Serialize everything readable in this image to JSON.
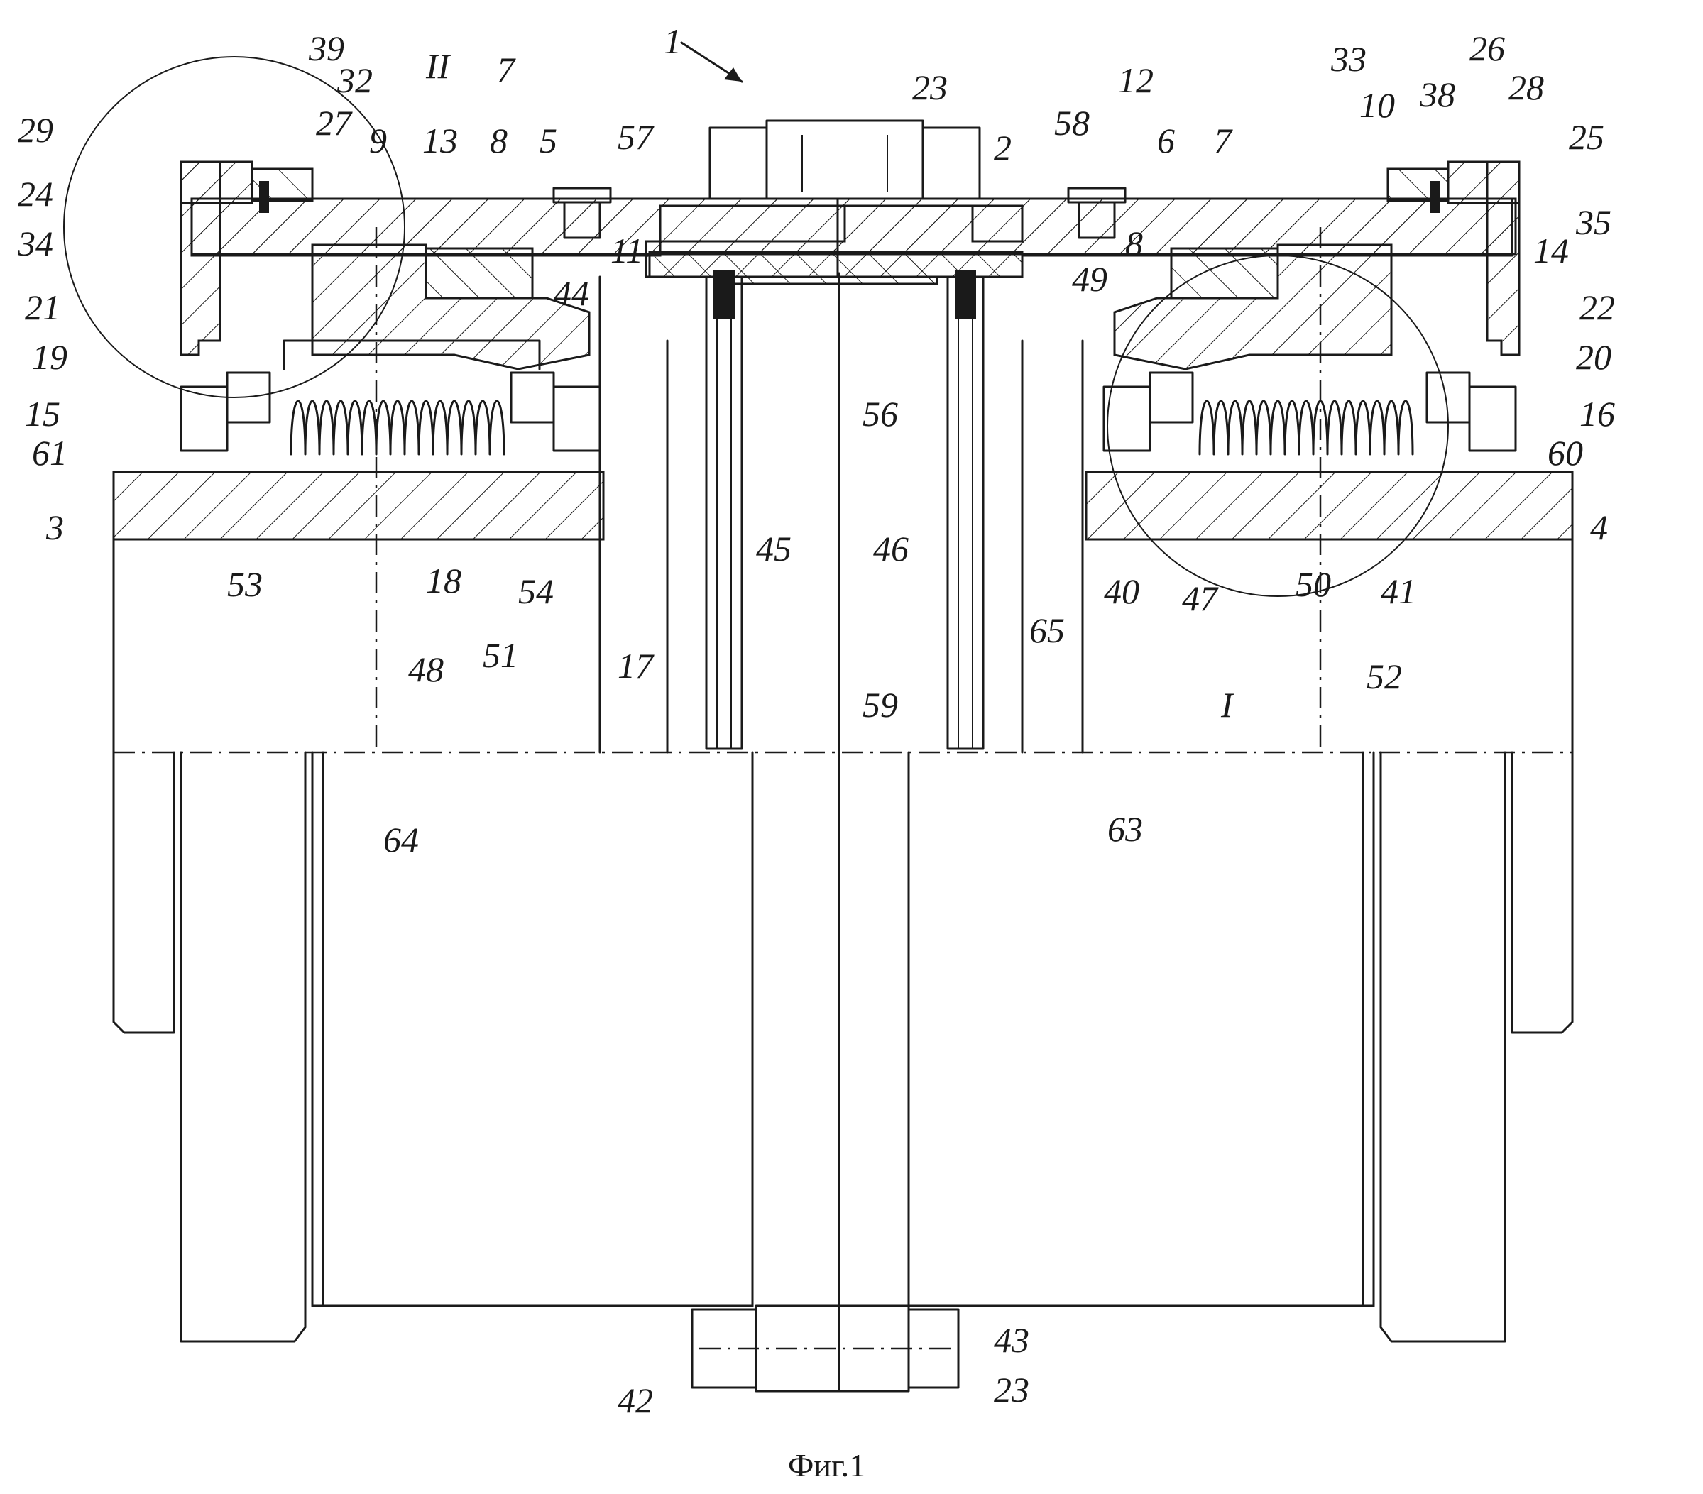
{
  "figure": {
    "caption": "Фиг.1"
  },
  "labels": {
    "l1": "1",
    "l2": "2",
    "l3": "3",
    "l4": "4",
    "l5": "5",
    "l6": "6",
    "l7a": "7",
    "l7b": "7",
    "l8a": "8",
    "l8b": "8",
    "l9": "9",
    "l10": "10",
    "l11": "11",
    "l12": "12",
    "l13": "13",
    "l14": "14",
    "l15": "15",
    "l16": "16",
    "l17": "17",
    "l18": "18",
    "l19": "19",
    "l20": "20",
    "l21": "21",
    "l22": "22",
    "l23a": "23",
    "l23b": "23",
    "l24": "24",
    "l25": "25",
    "l26": "26",
    "l27": "27",
    "l28": "28",
    "l29": "29",
    "l32": "32",
    "l33": "33",
    "l34": "34",
    "l35": "35",
    "l38": "38",
    "l39": "39",
    "l40": "40",
    "l41": "41",
    "l42": "42",
    "l43": "43",
    "l44": "44",
    "l45": "45",
    "l46": "46",
    "l47": "47",
    "l48": "48",
    "l49": "49",
    "l50": "50",
    "l51": "51",
    "l52": "52",
    "l53": "53",
    "l54": "54",
    "l56": "56",
    "l57": "57",
    "l58": "58",
    "l59": "59",
    "l60": "60",
    "l61": "61",
    "l63": "63",
    "l64": "64",
    "l65": "65",
    "lI": "I",
    "lII": "II"
  }
}
